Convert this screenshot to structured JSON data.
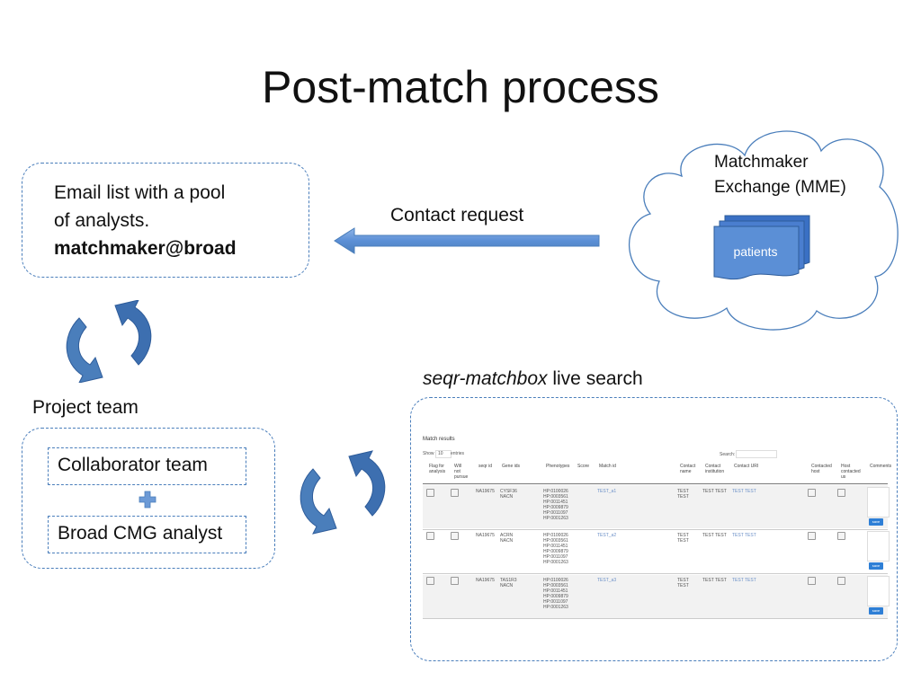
{
  "title": "Post-match process",
  "email_box": {
    "line1": "Email list with a pool",
    "line2": "of analysts.",
    "line3": "matchmaker@broad"
  },
  "arrow_label": "Contact request",
  "mme": {
    "title_line1": "Matchmaker",
    "title_line2": "Exchange (MME)",
    "doc_label": "patients"
  },
  "project_team": {
    "label": "Project team",
    "collaborator": "Collaborator team",
    "analyst": "Broad CMG analyst"
  },
  "search": {
    "caption_italic": "seqr-matchbox",
    "caption_rest": " live search"
  },
  "table": {
    "heading": "Match results",
    "show_label": "Show",
    "show_value": "10",
    "entries_label": "entries",
    "search_label": "Search:",
    "columns": [
      "Flag for analysis",
      "Will not pursue",
      "seqr id",
      "Gene ids",
      "Phenotypes",
      "Score",
      "Match id",
      "Contact name",
      "Contact institution",
      "Contact URI",
      "Contacted host",
      "Host contacted us",
      "Comments"
    ],
    "rows": [
      {
        "seqr_id": "NA19675",
        "genes": "CYSF36\nNACN",
        "phenotypes": "HP:0100026\nHP:0003561\nHP:0011451\nHP:0009879\nHP:0011097\nHP:0001263",
        "match_id": "TEST_a1",
        "contact": "TEST\nTEST",
        "institution": "TEST TEST",
        "uri": "TEST TEST",
        "button": "save"
      },
      {
        "seqr_id": "NA19675",
        "genes": "ACRN\nNACN",
        "phenotypes": "HP:0100026\nHP:0003561\nHP:0011451\nHP:0009879\nHP:0011097\nHP:0001263",
        "match_id": "TEST_a2",
        "contact": "TEST\nTEST",
        "institution": "TEST TEST",
        "uri": "TEST TEST",
        "button": "save"
      },
      {
        "seqr_id": "NA19675",
        "genes": "TAS1R3\nNACN",
        "phenotypes": "HP:0100026\nHP:0003561\nHP:0011451\nHP:0009879\nHP:0011097\nHP:0001263",
        "match_id": "TEST_a3",
        "contact": "TEST\nTEST",
        "institution": "TEST TEST",
        "uri": "TEST TEST",
        "button": "save"
      }
    ]
  },
  "colors": {
    "accent": "#4a7ebb",
    "arrow_fill": "#5b8fd6",
    "arrow_dark": "#2e5c9a",
    "plus": "#6c9ad6"
  },
  "icons": [
    "left-arrow-icon",
    "cycle-arrows-icon",
    "cloud-icon",
    "documents-icon",
    "plus-icon"
  ]
}
